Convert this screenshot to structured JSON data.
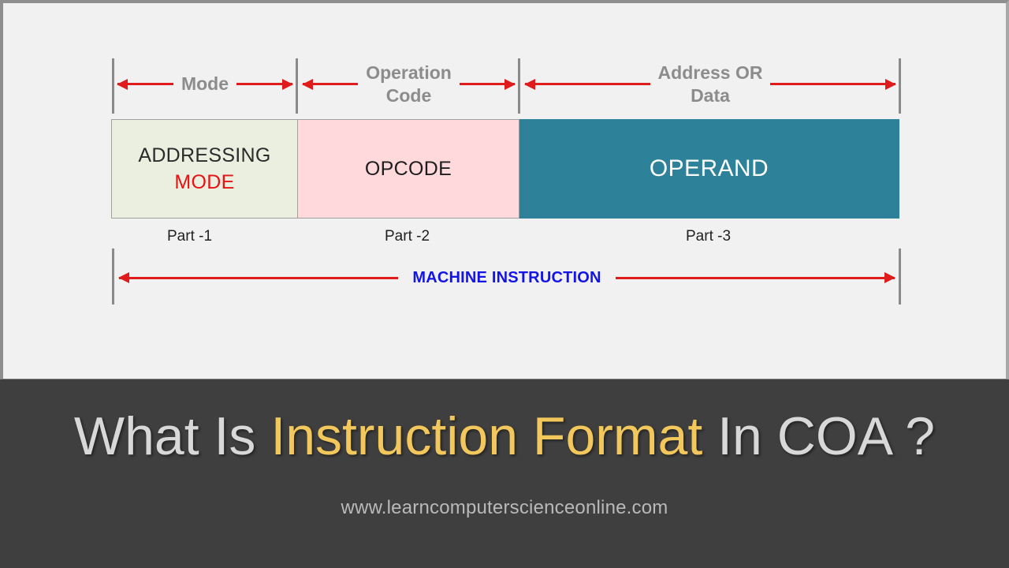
{
  "slide": {
    "annotations": [
      {
        "name": "mode-annotation",
        "label": "Mode"
      },
      {
        "name": "operation-code-annotation",
        "label": "Operation\nCode"
      },
      {
        "name": "address-or-data-annotation",
        "label": "Address OR\nData"
      }
    ],
    "segments": [
      {
        "name": "addressing-mode-segment",
        "line1": "ADDRESSING",
        "line2": "MODE",
        "fill": "#eaefdf"
      },
      {
        "name": "opcode-segment",
        "line1": "OPCODE",
        "line2": "",
        "fill": "#ffd9dc"
      },
      {
        "name": "operand-segment",
        "line1": "OPERAND",
        "line2": "",
        "fill": "#2d8199"
      }
    ],
    "parts": [
      {
        "name": "part-1-label",
        "label": "Part -1"
      },
      {
        "name": "part-2-label",
        "label": "Part -2"
      },
      {
        "name": "part-3-label",
        "label": "Part -3"
      }
    ],
    "machine_instruction_label": "MACHINE INSTRUCTION",
    "colors": {
      "arrow_red": "#e01b1b",
      "machine_instruction_blue": "#1414e6",
      "mode_red": "#e81313",
      "annotation_gray": "#8c8c8c",
      "background": "#f1f1f1"
    }
  },
  "footer": {
    "title_part1": "What Is ",
    "title_part2": "Instruction Format",
    "title_part3": " In COA ?",
    "url": "www.learncomputerscienceonline.com",
    "colors": {
      "background": "#3f3f3f",
      "gray": "#d8d8d8",
      "gold": "#f2c75c"
    }
  }
}
